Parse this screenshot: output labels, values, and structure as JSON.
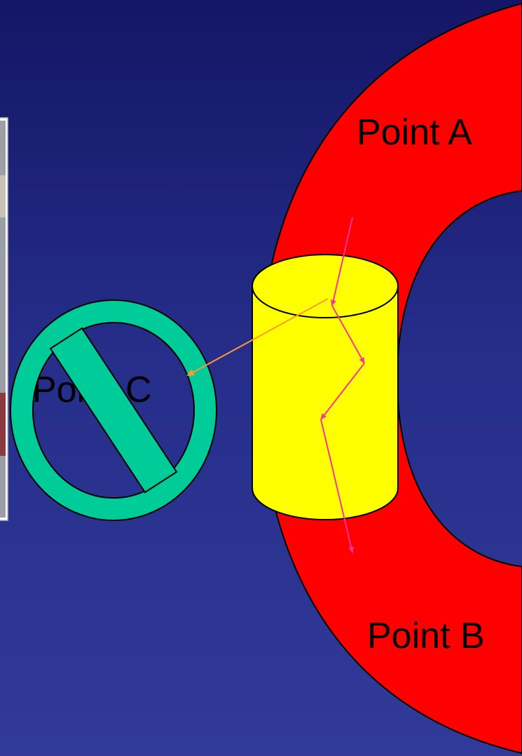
{
  "labels": {
    "point_a": "Point A",
    "point_b": "Point B",
    "point_c": "Point C"
  },
  "colors": {
    "background_top": "#141665",
    "background_bottom": "#313a99",
    "ring": "#ff0000",
    "cylinder": "#ffff00",
    "no_symbol": "#00cc99",
    "path_arrows": "#ff3399",
    "deflected_arrow": "#ff9933"
  },
  "icons": {
    "prohibition": "no-entry-icon"
  }
}
